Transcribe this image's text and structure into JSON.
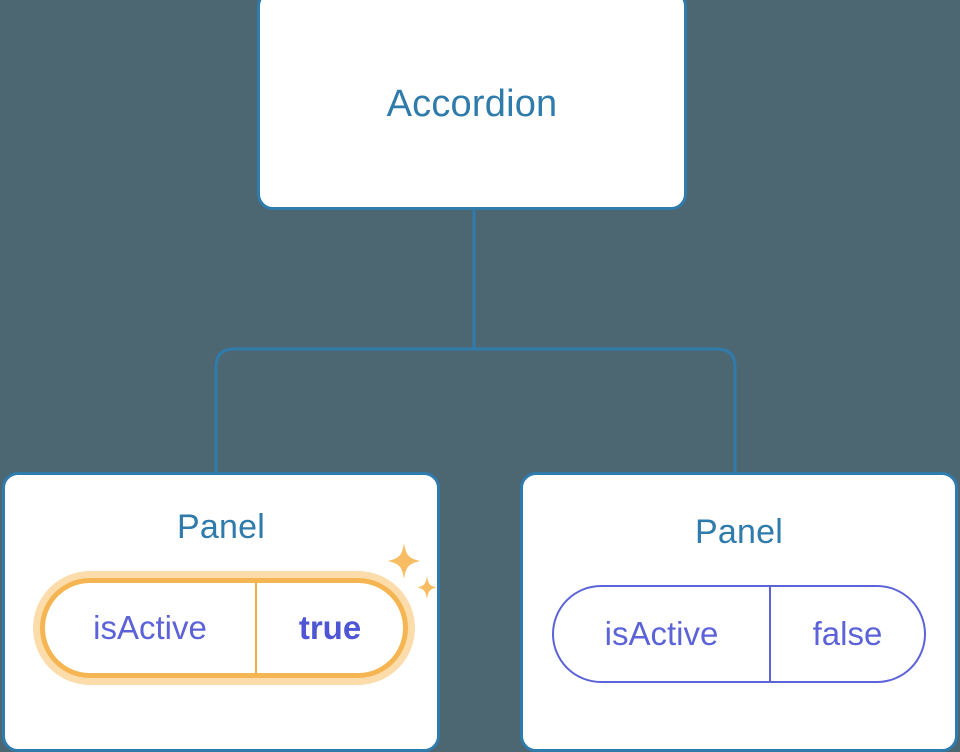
{
  "diagram": {
    "type": "component-tree",
    "background_color": "#4c6772",
    "accent_color": "#2f7bab",
    "prop_color": "#5c63d8",
    "highlight_color": "#f5b553",
    "highlight_glow_color": "#fbdcaa"
  },
  "root": {
    "title": "Accordion"
  },
  "panels": [
    {
      "title": "Panel",
      "prop": {
        "key": "isActive",
        "value": "true",
        "highlighted": true
      },
      "sparkle_large": "sparkle-icon",
      "sparkle_small": "sparkle-icon"
    },
    {
      "title": "Panel",
      "prop": {
        "key": "isActive",
        "value": "false",
        "highlighted": false
      }
    }
  ],
  "connectors": {
    "stem_color": "#2f7bab",
    "description": "vertical stem from root splitting into two branches"
  }
}
